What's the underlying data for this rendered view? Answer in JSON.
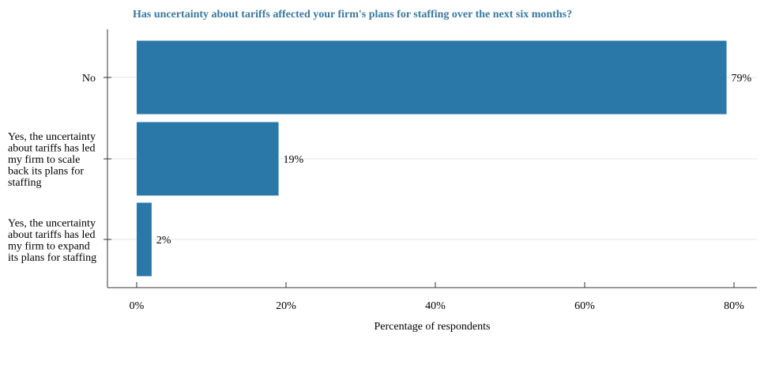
{
  "chart_data": {
    "type": "bar",
    "orientation": "horizontal",
    "title": "Has uncertainty about tariffs affected your firm's plans for staffing over the next six months?",
    "xlabel": "Percentage of respondents",
    "ylabel": "",
    "categories": [
      [
        "No"
      ],
      [
        "Yes, the uncertainty",
        "about tariffs has led",
        "my firm to scale",
        "back its plans for",
        "staffing"
      ],
      [
        "Yes, the uncertainty",
        "about tariffs has led",
        "my firm to expand",
        "its plans for staffing"
      ]
    ],
    "values": [
      79,
      19,
      2
    ],
    "data_labels": [
      "79%",
      "19%",
      "2%"
    ],
    "xlim": [
      0,
      80
    ],
    "xticks": [
      0,
      20,
      40,
      60,
      80
    ],
    "xtick_labels": [
      "0%",
      "20%",
      "40%",
      "60%",
      "80%"
    ],
    "bar_color": "#2a78a8",
    "grid": true
  }
}
